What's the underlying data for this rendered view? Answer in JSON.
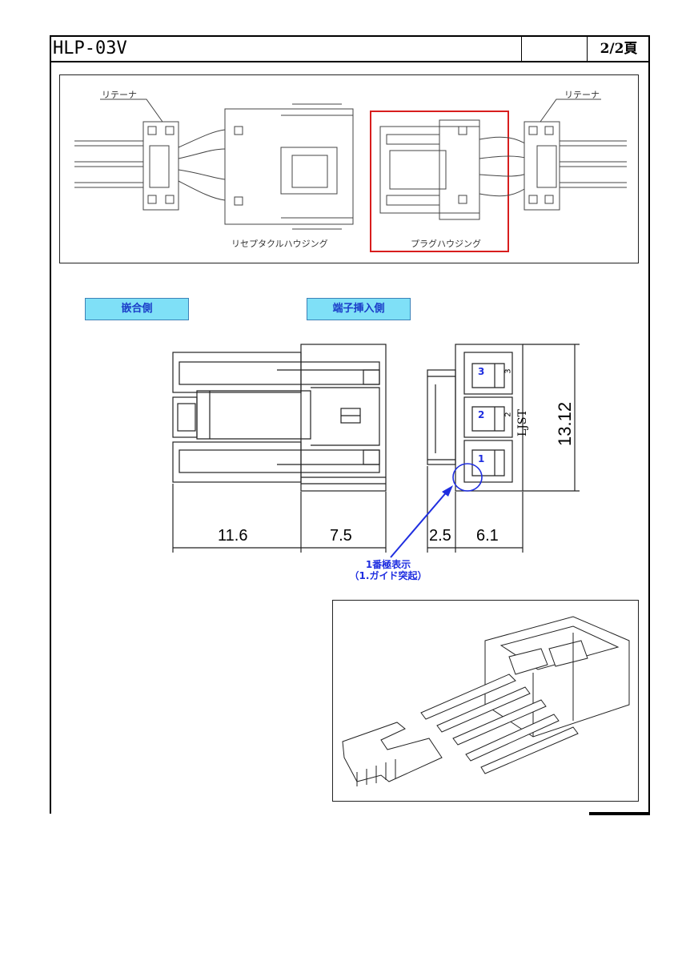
{
  "header": {
    "part_number": "HLP-03V",
    "page": "2/2頁"
  },
  "top_figure": {
    "retainer_left": "リテーナ",
    "retainer_right": "リテーナ",
    "receptacle_label": "リセプタクルハウジング",
    "plug_label": "プラグハウジング"
  },
  "views": {
    "mating_side": "嵌合側",
    "insertion_side": "端子挿入側"
  },
  "pins": [
    "3",
    "2",
    "1"
  ],
  "pin_small": [
    "3",
    "2"
  ],
  "marking": "LJST",
  "dimensions": {
    "d1": "11.6",
    "d2": "7.5",
    "d3": "2.5",
    "d4": "6.1",
    "height": "13.12"
  },
  "pin1_note": {
    "line1": "1番極表示",
    "line2": "（1.ガイド突起）"
  },
  "colors": {
    "label_bg": "#7fe0f7",
    "label_text": "#1a3cc8",
    "highlight_red": "#d81e1e",
    "note_blue": "#1f2ee0"
  }
}
